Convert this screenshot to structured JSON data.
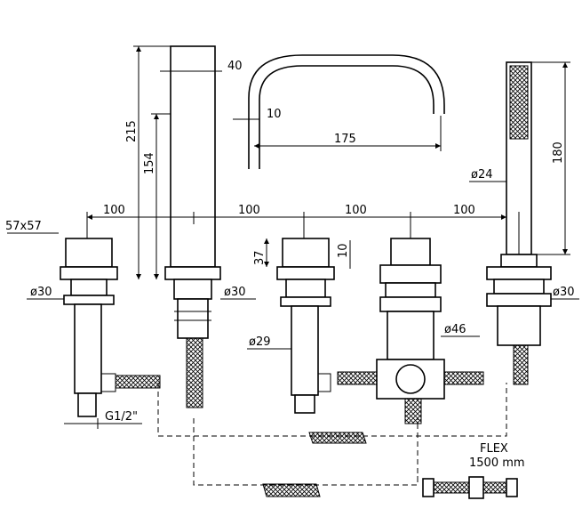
{
  "dimensions": {
    "square_size": "57x57",
    "dia_30_left": "ø30",
    "height_215": "215",
    "height_154": "154",
    "width_40": "40",
    "spout_10": "10",
    "spout_175": "175",
    "dia_30_spout": "ø30",
    "height_37": "37",
    "height_10": "10",
    "dia_29": "ø29",
    "dia_46": "ø46",
    "thread": "G1/2\"",
    "dia_24": "ø24",
    "height_180": "180",
    "dia_30_right": "ø30",
    "spacing_1": "100",
    "spacing_2": "100",
    "spacing_3": "100",
    "spacing_4": "100"
  },
  "hose_note": {
    "line1": "FLEX",
    "line2": "1500 mm"
  }
}
